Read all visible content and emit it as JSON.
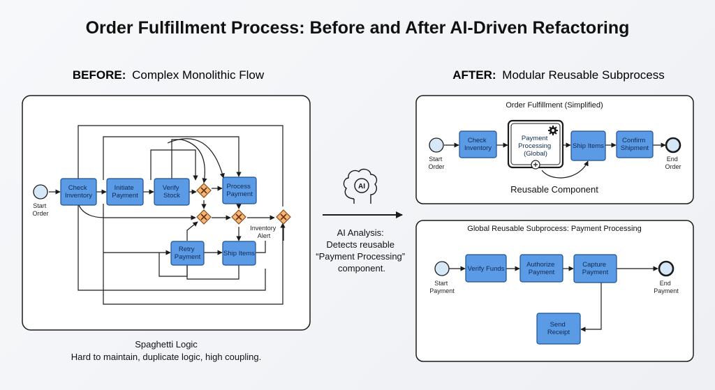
{
  "title": "Order Fulfillment Process: Before and After AI-Driven Refactoring",
  "before": {
    "heading_bold": "BEFORE:",
    "heading_rest": "Complex Monolithic Flow",
    "start_event": [
      "Start",
      "Order"
    ],
    "tasks": {
      "check_inventory": [
        "Check",
        "Inventory"
      ],
      "initiate_payment": [
        "Initiate",
        "Payment"
      ],
      "verify_stock": [
        "Verify",
        "Stock"
      ],
      "process_payment": [
        "Process",
        "Payment"
      ],
      "retry_payment": [
        "Retry",
        "Payment"
      ],
      "ship_items": [
        "Ship Items"
      ]
    },
    "inventory_alert": [
      "Inventory",
      "Alert"
    ],
    "caption_line1": "Spaghetti Logic",
    "caption_line2": "Hard to maintain, duplicate logic, high coupling."
  },
  "middle": {
    "icon_text": "AI",
    "analysis": [
      "AI Analysis:",
      "Detects reusable",
      "“Payment Processing”",
      "component."
    ]
  },
  "after": {
    "heading_bold": "AFTER:",
    "heading_rest": "Modular Reusable Subprocess",
    "main_panel": {
      "title": "Order Fulfillment (Simplified)",
      "start_event": [
        "Start",
        "Order"
      ],
      "end_event": [
        "End",
        "Order"
      ],
      "tasks": {
        "check_inventory": [
          "Check",
          "Inventory"
        ],
        "payment_processing": [
          "Payment",
          "Processing",
          "(Global)"
        ],
        "ship_items": [
          "Ship Items"
        ],
        "confirm_shipment": [
          "Confirm",
          "Shipment"
        ]
      },
      "reusable_label": "Reusable Component"
    },
    "sub_panel": {
      "title": "Global Reusable Subprocess: Payment Processing",
      "start_event": [
        "Start",
        "Payment"
      ],
      "end_event": [
        "End",
        "Payment"
      ],
      "tasks": {
        "verify_funds": [
          "Verify Funds"
        ],
        "authorize_payment": [
          "Authorize",
          "Payment"
        ],
        "capture_payment": [
          "Capture",
          "Payment"
        ],
        "send_receipt": [
          "Send",
          "Receipt"
        ]
      }
    }
  },
  "colors": {
    "task_fill": "#5b9be6",
    "task_stroke": "#1d4f8f",
    "event_fill": "#d6e8f7",
    "gateway_fill": "#f4b67a",
    "gateway_stroke": "#8a4a12"
  }
}
